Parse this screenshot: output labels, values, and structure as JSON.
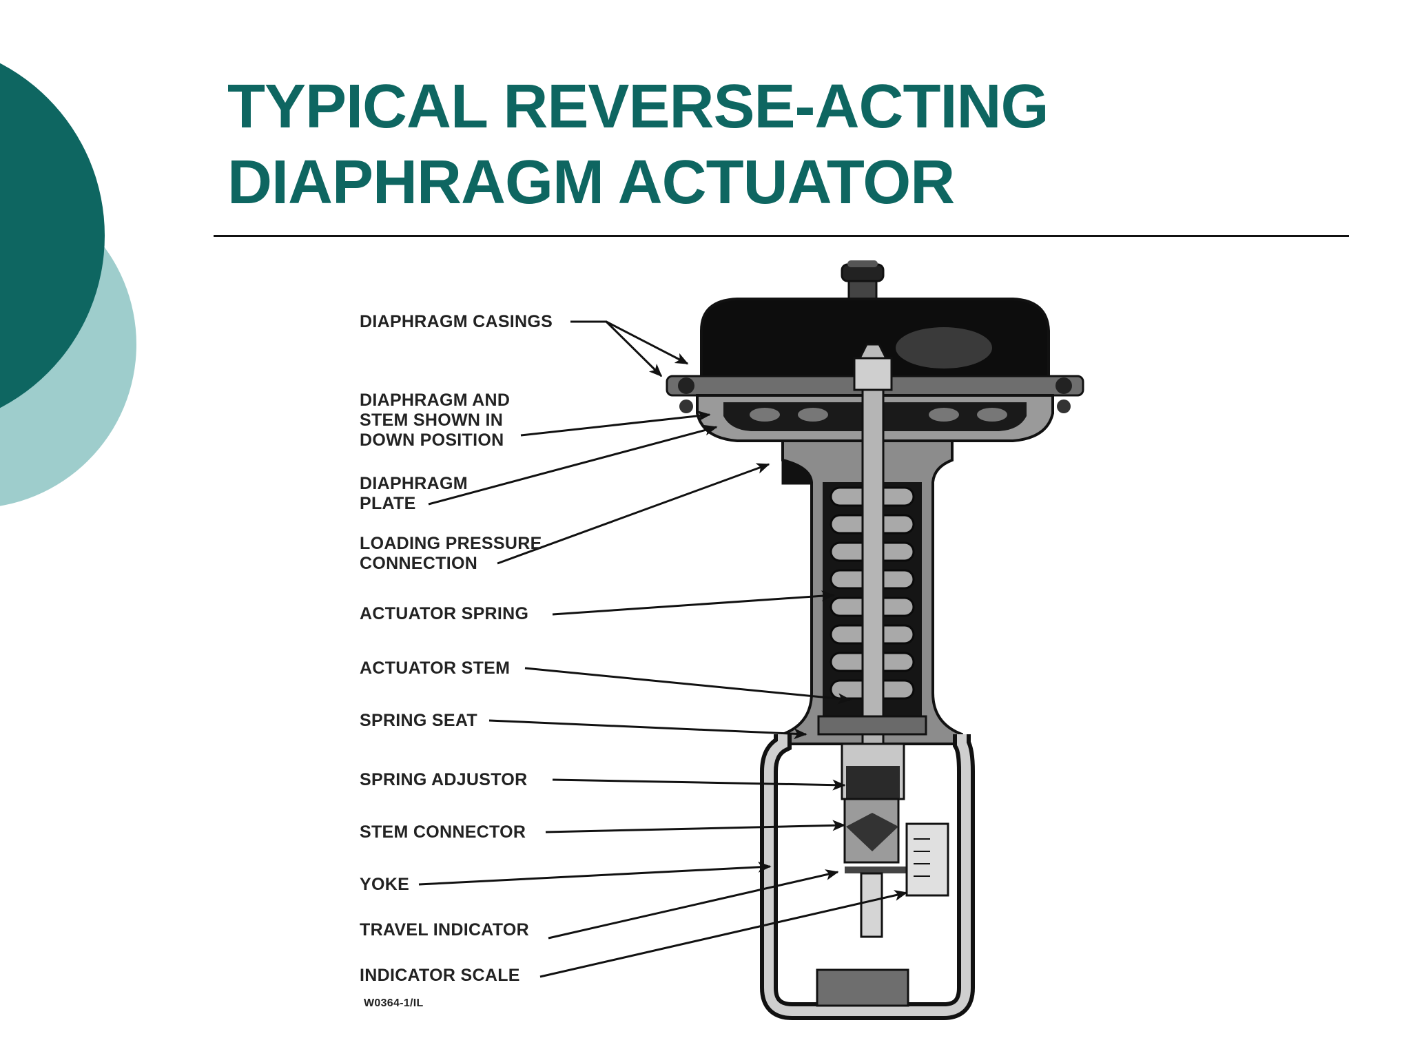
{
  "slide": {
    "title_line1": "TYPICAL REVERSE-ACTING",
    "title_line2": "DIAPHRAGM ACTUATOR"
  },
  "theme": {
    "title_color": "#0E6661",
    "dark_circle": "#0E6661",
    "light_circle": "#9ECDCC"
  },
  "diagram": {
    "labels": {
      "diaphragm_casings": "DIAPHRAGM CASINGS",
      "diaphragm_and_stem": [
        "DIAPHRAGM AND",
        "STEM SHOWN IN",
        "DOWN POSITION"
      ],
      "diaphragm_plate": [
        "DIAPHRAGM",
        "PLATE"
      ],
      "loading_pressure": [
        "LOADING PRESSURE",
        "CONNECTION"
      ],
      "actuator_spring": "ACTUATOR SPRING",
      "actuator_stem": "ACTUATOR STEM",
      "spring_seat": "SPRING SEAT",
      "spring_adjustor": "SPRING ADJUSTOR",
      "stem_connector": "STEM CONNECTOR",
      "yoke": "YOKE",
      "travel_indicator": "TRAVEL INDICATOR",
      "indicator_scale": "INDICATOR SCALE"
    },
    "figure_id": "W0364-1/IL"
  }
}
